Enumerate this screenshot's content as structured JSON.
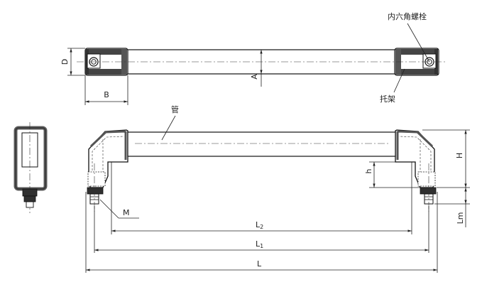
{
  "labels": {
    "D": "D",
    "A": "A",
    "B": "B",
    "H": "H",
    "h": "h",
    "M": "M",
    "L2_main": "L",
    "L2_sub": "2",
    "L1_main": "L",
    "L1_sub": "1",
    "L": "L",
    "Lm": "Lm",
    "hex_bolt": "内六角螺栓",
    "bracket": "托架",
    "tube": "管"
  }
}
